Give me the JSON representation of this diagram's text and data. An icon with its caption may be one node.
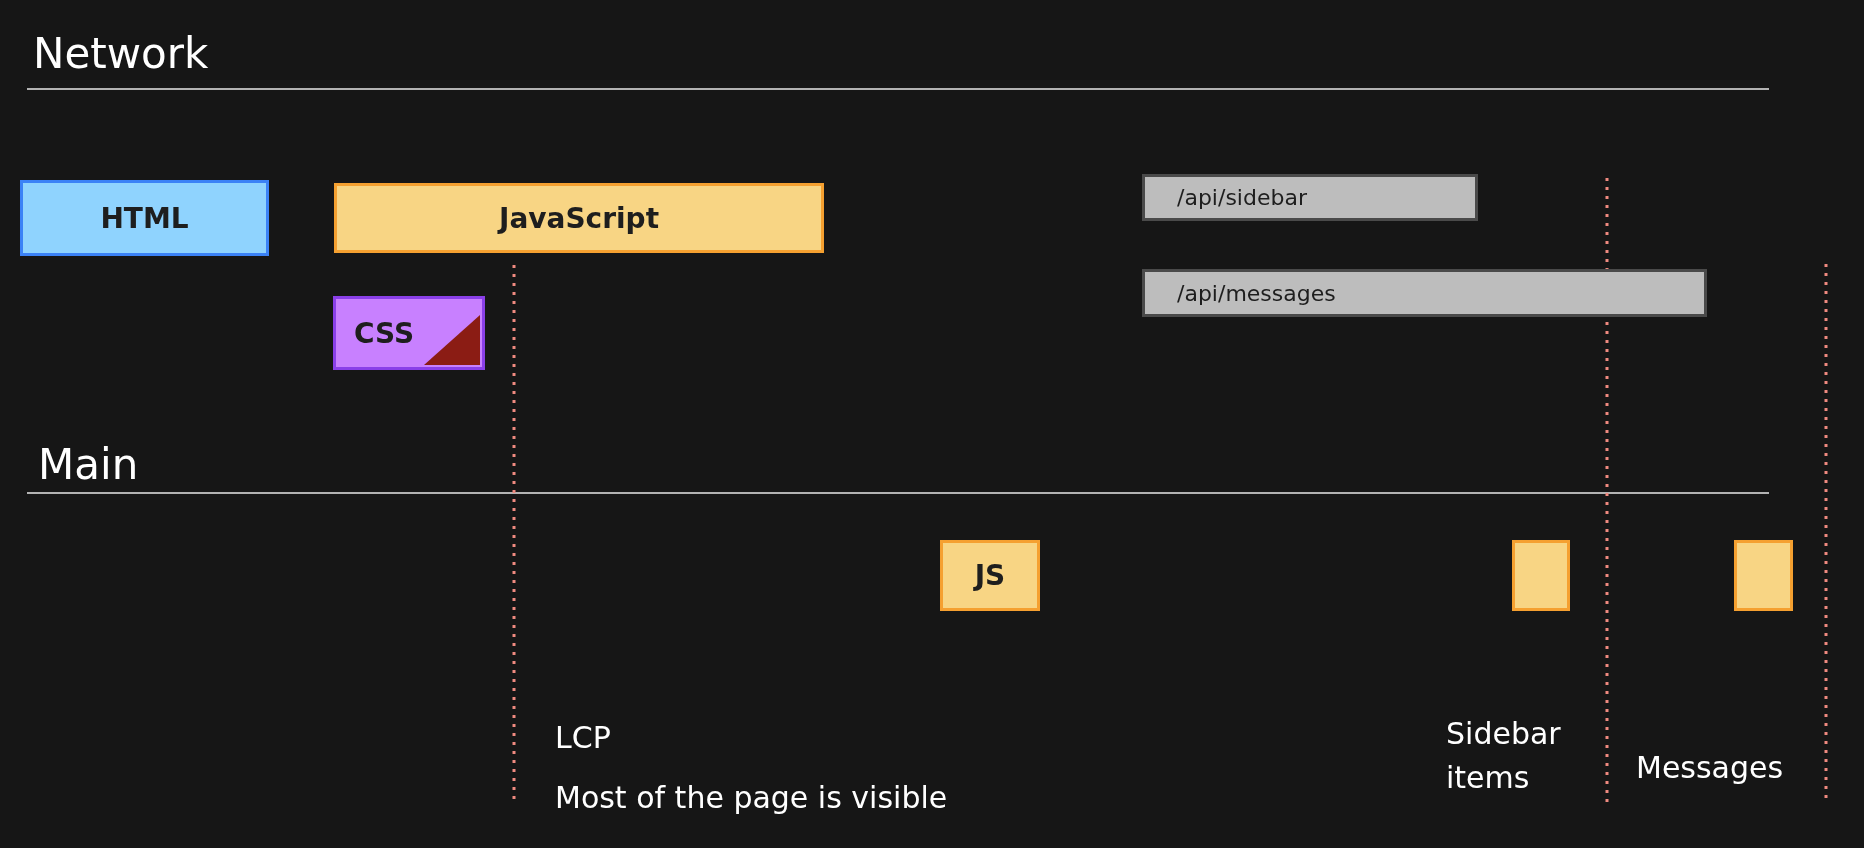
{
  "diagram": {
    "nodes": [
      {
        "text": [
          "HTML"
        ]
      },
      {
        "text": [
          "JavaScript"
        ]
      },
      {
        "text": [
          "CSS"
        ]
      },
      {
        "text": [
          "/api/sidebar"
        ]
      },
      {
        "text": [
          "/api/messages"
        ]
      },
      {
        "text": [
          "JS"
        ]
      },
      {
        "text": [],
        "shape": "box"
      },
      {
        "text": [],
        "shape": "box"
      }
    ],
    "labels": [
      "Network",
      "Main",
      "LCP",
      "Most of the page is visible",
      "Sidebar items",
      "Messages"
    ]
  }
}
